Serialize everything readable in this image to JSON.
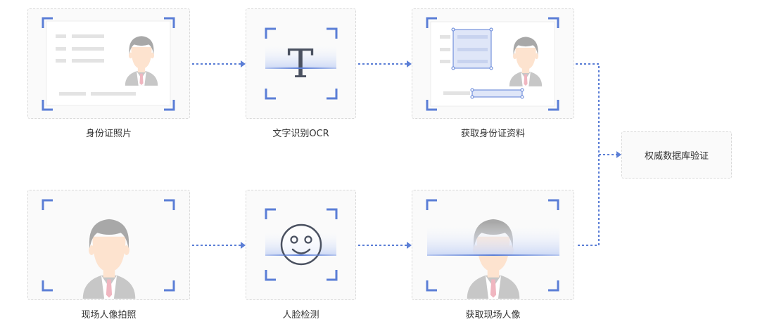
{
  "steps": {
    "id_photo": {
      "label": "身份证照片",
      "icon": "id-card-icon"
    },
    "ocr": {
      "label": "文字识别OCR",
      "glyph": "T",
      "icon": "text-t-icon"
    },
    "extract_id": {
      "label": "获取身份证资料",
      "icon": "id-card-highlight-icon"
    },
    "verify": {
      "label": "权威数据库验证"
    },
    "live_photo": {
      "label": "现场人像拍照",
      "icon": "person-portrait-icon"
    },
    "face_detect": {
      "label": "人脸检测",
      "icon": "smiley-face-icon"
    },
    "live_portrait": {
      "label": "获取现场人像",
      "icon": "person-scan-icon"
    }
  },
  "colors": {
    "accent": "#5b7ed6",
    "box_border": "#d9d9d9",
    "box_fill": "#fafafa",
    "skin": "#fde3cf",
    "hair": "#a8a8a8",
    "suit": "#c7c7c7",
    "tie": "#f0b6c0",
    "highlight": "#dfe6f8",
    "line_gray": "#e3e3e3"
  }
}
